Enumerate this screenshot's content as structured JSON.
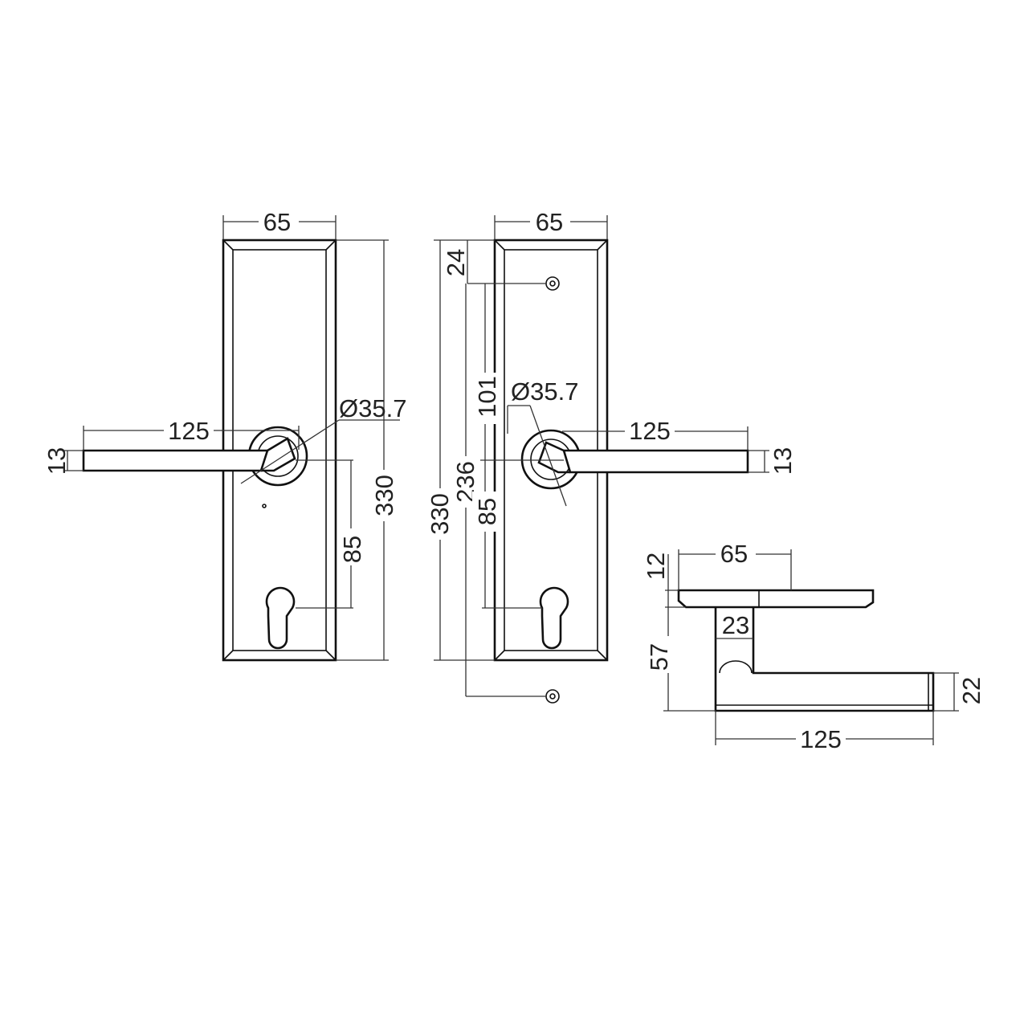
{
  "colors": {
    "line": "#111111",
    "dimension": "#333333",
    "background": "#ffffff"
  },
  "left_view": {
    "width": "65",
    "height": "330",
    "lever_length": "125",
    "lever_thickness": "13",
    "rose_diameter": "Ø35.7",
    "handle_to_keyhole": "85"
  },
  "right_view": {
    "width": "65",
    "height": "330",
    "top_to_screw": "24",
    "screw_to_handle": "101",
    "screw_spacing": "236",
    "handle_to_keyhole": "85",
    "rose_diameter": "Ø35.7",
    "lever_length": "125",
    "lever_thickness": "13"
  },
  "side_view": {
    "plate_width": "65",
    "plate_thickness": "12",
    "lever_offset": "23",
    "projection": "57",
    "lever_length": "125",
    "lever_height": "22"
  }
}
